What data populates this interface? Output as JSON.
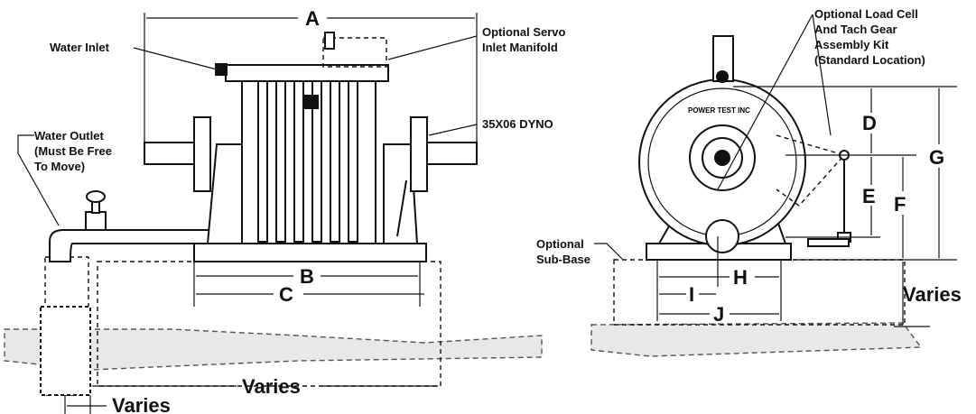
{
  "labels": {
    "water_inlet": "Water Inlet",
    "water_outlet_1": "Water Outlet",
    "water_outlet_2": "(Must Be Free",
    "water_outlet_3": "To Move)",
    "servo_1": "Optional Servo",
    "servo_2": "Inlet Manifold",
    "dyno": "35X06 DYNO",
    "loadcell_1": "Optional Load Cell",
    "loadcell_2": "And Tach Gear",
    "loadcell_3": "Assembly Kit",
    "loadcell_4": "(Standard Location)",
    "subbase_1": "Optional",
    "subbase_2": "Sub-Base",
    "nameplate": "POWER TEST INC"
  },
  "dimensions": {
    "A": "A",
    "B": "B",
    "C": "C",
    "D": "D",
    "E": "E",
    "F": "F",
    "G": "G",
    "H": "H",
    "I": "I",
    "J": "J",
    "varies_bottom": "Varies",
    "varies_left": "Varies",
    "varies_right": "Varies"
  }
}
